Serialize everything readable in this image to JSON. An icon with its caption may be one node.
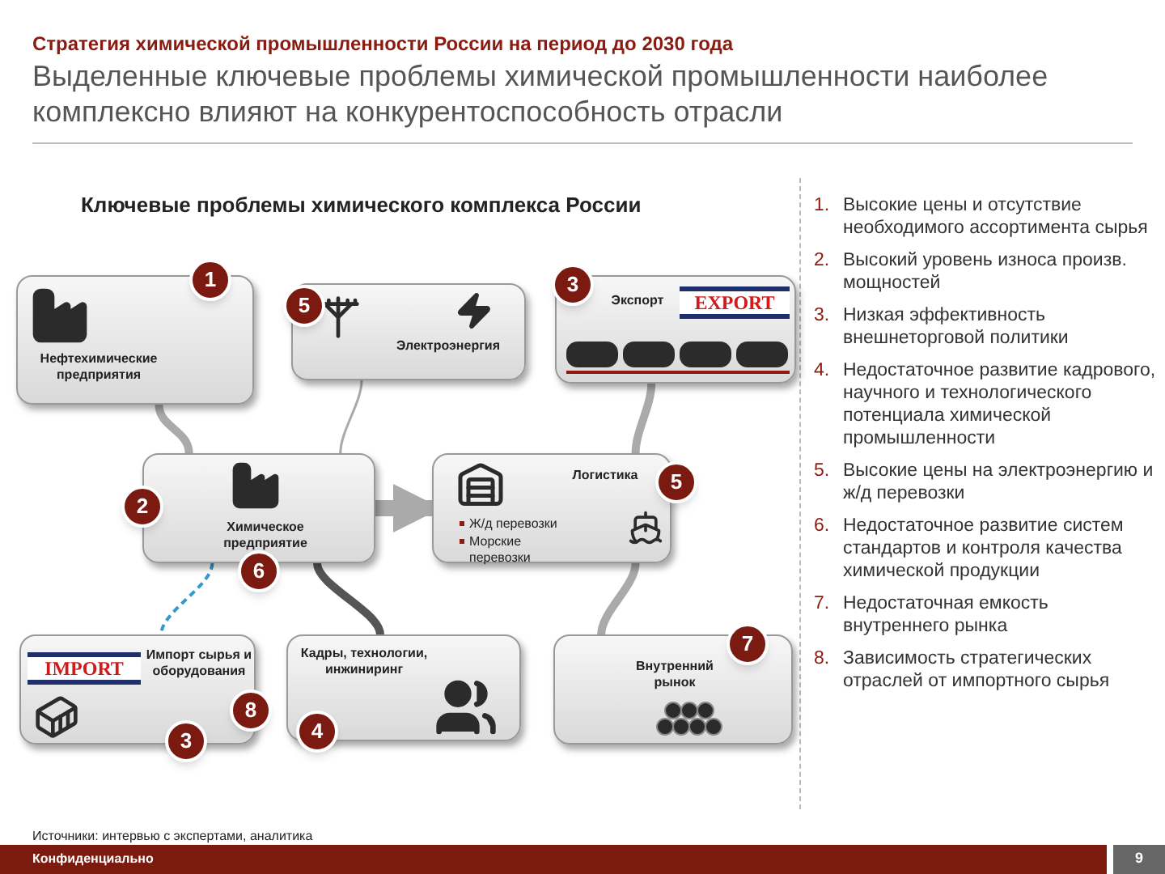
{
  "diagram": {
    "title": "Ключевые проблемы химического комплекса России",
    "nodes": [
      {
        "text": [
          "Нефтехимические предприятия"
        ]
      },
      {
        "text": [
          "Электроэнергия"
        ]
      },
      {
        "text": [
          "Экспорт",
          "EXPORT"
        ]
      },
      {
        "text": [
          "Химическое предприятие"
        ]
      },
      {
        "text": [
          "Логистика",
          "Ж/д перевозки",
          "Морские перевозки"
        ]
      },
      {
        "text": [
          "IMPORT",
          "Импорт  сырья и оборудования"
        ]
      },
      {
        "text": [
          "Кадры, технологии, инжиниринг"
        ]
      },
      {
        "text": [
          "Внутренний рынок"
        ]
      },
      {
        "text": [
          "1"
        ]
      },
      {
        "text": [
          "5"
        ]
      },
      {
        "text": [
          "3"
        ]
      },
      {
        "text": [
          "2"
        ]
      },
      {
        "text": [
          "5"
        ]
      },
      {
        "text": [
          "6"
        ]
      },
      {
        "text": [
          "8"
        ]
      },
      {
        "text": [
          "3"
        ]
      },
      {
        "text": [
          "4"
        ]
      },
      {
        "text": [
          "7"
        ]
      }
    ],
    "edges": [
      {
        "from": 0,
        "to": 3,
        "arrow": "none"
      },
      {
        "from": 1,
        "to": 3,
        "arrow": "none"
      },
      {
        "from": 2,
        "to": 4,
        "arrow": "none"
      },
      {
        "from": 3,
        "to": 4,
        "arrow": "to",
        "style": "thick"
      },
      {
        "from": 4,
        "to": 7,
        "arrow": "none"
      },
      {
        "from": 3,
        "to": 6,
        "arrow": "none",
        "color": "#555555"
      },
      {
        "from": 3,
        "to": 5,
        "arrow": "none",
        "style": "dashed",
        "color": "#3399cc"
      }
    ],
    "labels": [
      "Стратегия химической промышленности России на период до 2030 года",
      "Выделенные ключевые проблемы химической промышленности наиболее комплексно влияют на конкурентоспособность отрасли",
      "1.",
      "Высокие цены и отсутствие необходимого ассортимента сырья",
      "2.",
      "Высокий уровень износа произв. мощностей",
      "3.",
      "Низкая эффективность внешнеторговой политики",
      "4.",
      "Недостаточное развитие кадрового, научного и технологического потенциала химической промышленности",
      "5.",
      "Высокие цены на электроэнергию и ж/д перевозки",
      "6.",
      "Недостаточное развитие систем стандартов и контроля качества химической продукции",
      "7.",
      "Недостаточная емкость внутреннего рынка",
      "8.",
      "Зависимость стратегических отраслей от импортного сырья",
      "Источники: интервью с экспертами, аналитика",
      "Конфиденциально",
      "9"
    ]
  }
}
